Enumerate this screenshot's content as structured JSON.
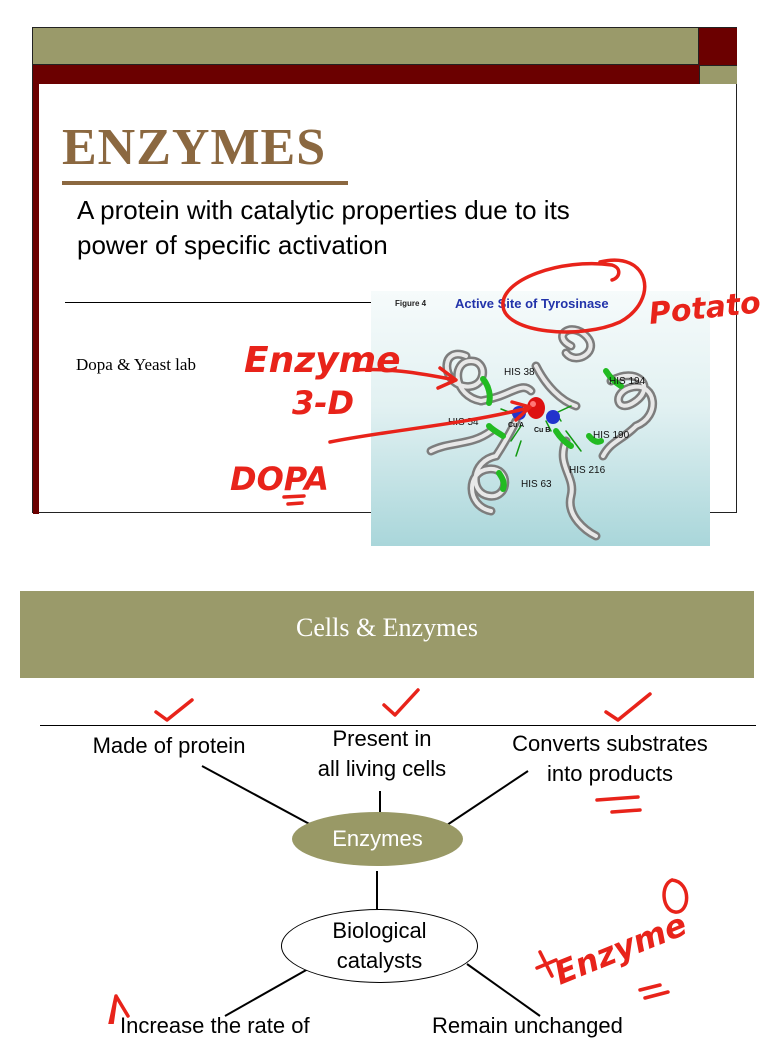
{
  "slide1": {
    "title": "ENZYMES",
    "subtitle_line1": "A protein with catalytic properties due to its",
    "subtitle_line2": "power of specific activation",
    "lab_note": "Dopa & Yeast lab",
    "figure": {
      "label": "Figure 4",
      "title": "Active Site of Tyrosinase",
      "residues": [
        "HIS 38",
        "HIS 194",
        "HIS 54",
        "HIS 190",
        "HIS 216",
        "HIS 63"
      ],
      "cu_a": "Cu A",
      "cu_b": "Cu B"
    },
    "annotations": {
      "enzyme": "Enzyme",
      "enzyme_3d": "3-D",
      "dopa": "DOPA",
      "potato": "Potato"
    }
  },
  "slide2": {
    "title": "Cells & Enzymes",
    "made_of_protein": "Made of protein",
    "present_line1": "Present in",
    "present_line2": "all living cells",
    "converts_line1": "Converts substrates",
    "converts_line2": "into products",
    "center": "Enzymes",
    "bio_line1": "Biological",
    "bio_line2": "catalysts",
    "increase_partial": "Increase the rate of",
    "remain_partial": "Remain unchanged",
    "annotation_enzyme": "Enzyme",
    "annotation_zero": "0"
  },
  "colors": {
    "olive": "#9a9a6a",
    "maroon": "#6b0000",
    "title_brown": "#8b6840",
    "ink_red": "#e8231a",
    "figure_title_blue": "#2233aa"
  }
}
